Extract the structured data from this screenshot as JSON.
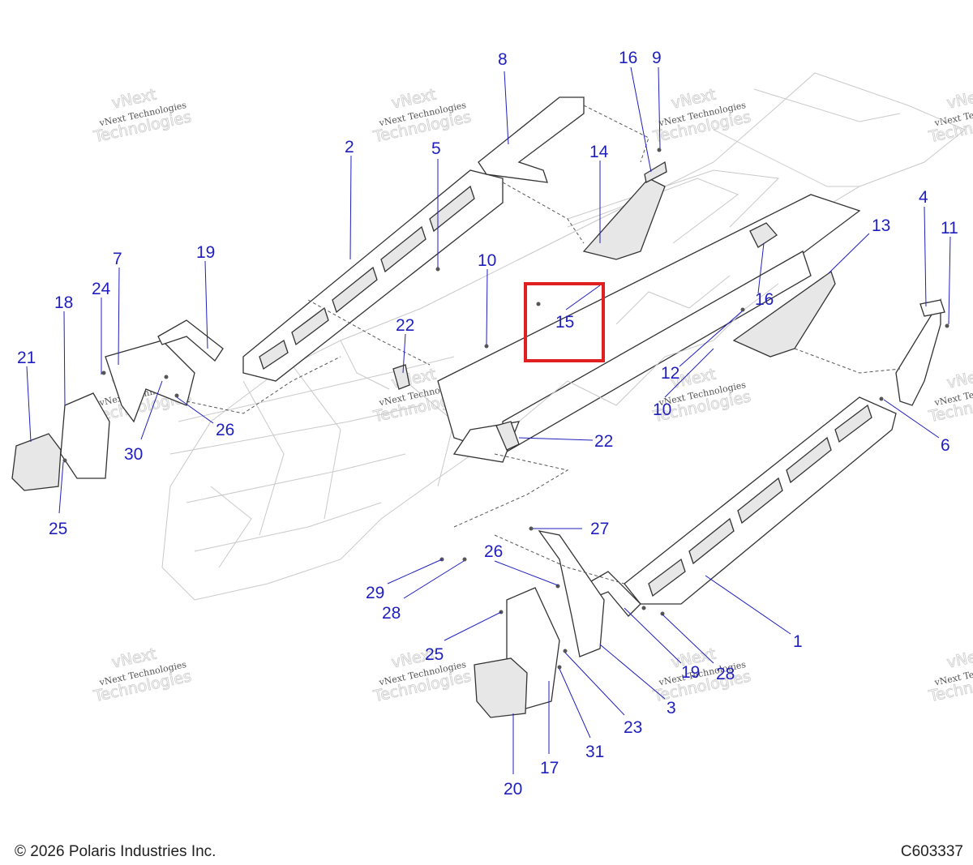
{
  "callouts": [
    "1",
    "2",
    "3",
    "4",
    "5",
    "6",
    "7",
    "8",
    "9",
    "10",
    "10",
    "11",
    "12",
    "13",
    "14",
    "15",
    "16",
    "16",
    "17",
    "18",
    "19",
    "19",
    "20",
    "21",
    "22",
    "22",
    "23",
    "24",
    "25",
    "25",
    "26",
    "26",
    "27",
    "28",
    "28",
    "29",
    "30",
    "31"
  ],
  "watermark": {
    "line1": "vNext Technologies",
    "line2": "vNext",
    "line3": "Technologies"
  },
  "highlight": {
    "label": "15",
    "color": "#e02020"
  },
  "colors": {
    "callout": "#1f1fbf",
    "highlight": "#e02020"
  },
  "footer": {
    "copyright": "© 2026 Polaris Industries Inc.",
    "code": "C603337"
  }
}
